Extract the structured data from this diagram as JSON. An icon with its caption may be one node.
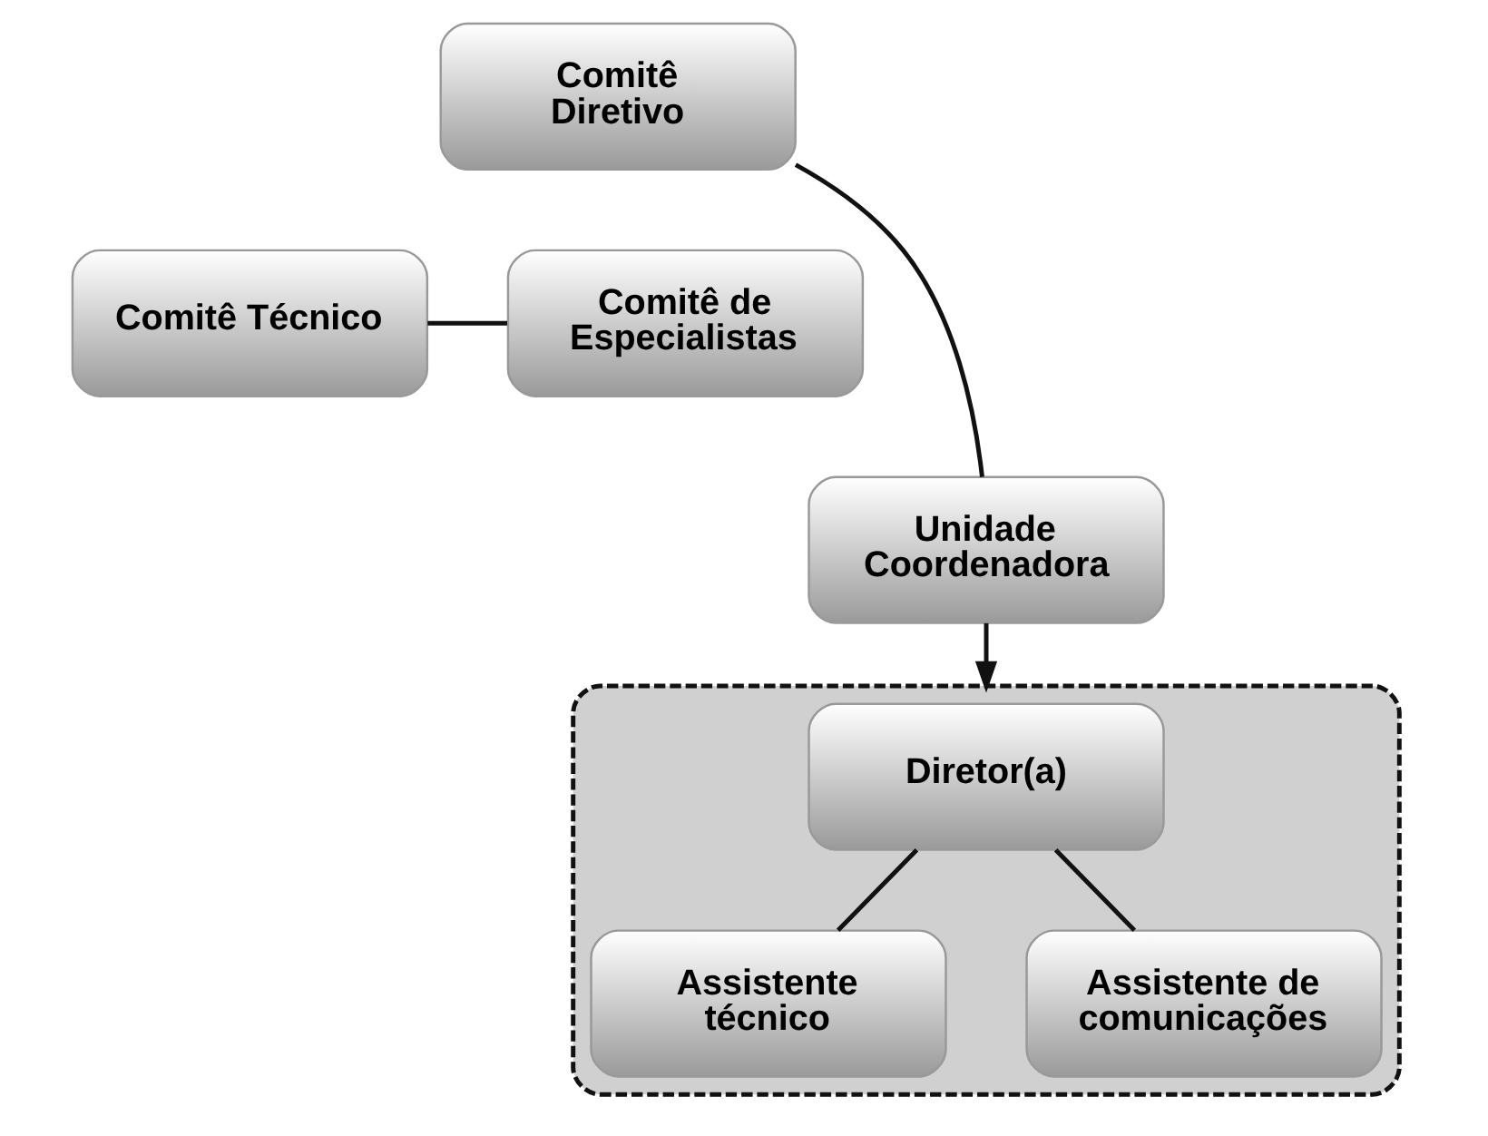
{
  "diagram": {
    "nodes": [
      {
        "text": [
          "Comitê Diretivo"
        ]
      },
      {
        "text": [
          "Comitê Técnico"
        ]
      },
      {
        "text": [
          "Comitê de Especialistas"
        ]
      },
      {
        "text": [
          "Unidade Coordenadora"
        ]
      },
      {
        "text": [],
        "shape": "box"
      },
      {
        "text": [
          "Diretor(a)"
        ],
        "in": 4
      },
      {
        "text": [
          "Assistente técnico"
        ],
        "in": 4
      },
      {
        "text": [
          "Assistente de comunicações"
        ],
        "in": 4
      }
    ],
    "edges": [
      {
        "from": 0,
        "to": 3,
        "arrow": "none"
      },
      {
        "from": 1,
        "to": 2,
        "arrow": "none"
      },
      {
        "from": 3,
        "to": 4,
        "arrow": "to"
      },
      {
        "from": 5,
        "to": 6,
        "arrow": "none"
      },
      {
        "from": 5,
        "to": 7,
        "arrow": "none"
      }
    ]
  }
}
